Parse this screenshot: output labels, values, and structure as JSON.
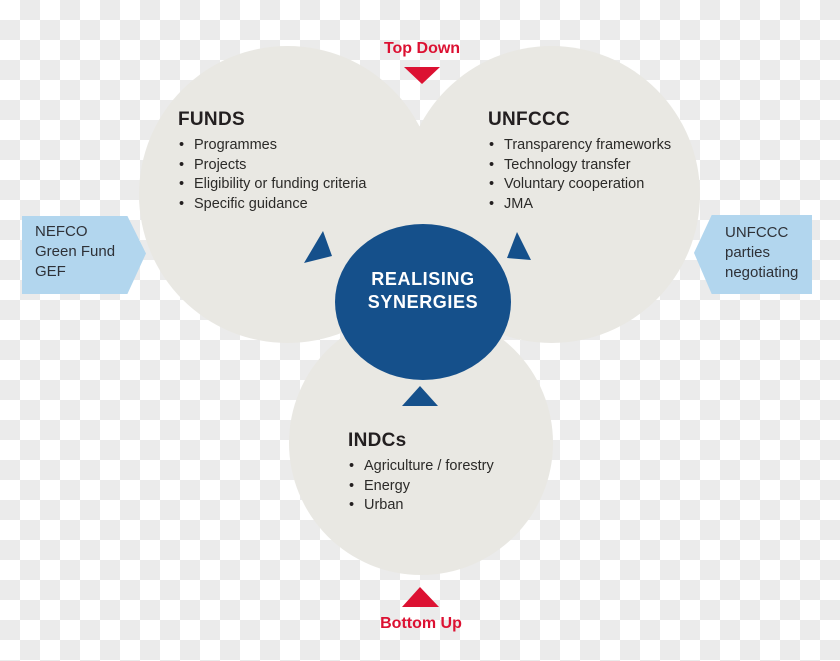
{
  "flows": {
    "top": "Top Down",
    "bottom": "Bottom Up"
  },
  "center": {
    "line1": "REALISING",
    "line2": "SYNERGIES"
  },
  "sections": {
    "funds": {
      "title": "FUNDS",
      "items": [
        "Programmes",
        "Projects",
        "Eligibility or funding criteria",
        "Specific guidance"
      ]
    },
    "unfccc": {
      "title": "UNFCCC",
      "items": [
        "Transparency frameworks",
        "Technology transfer",
        "Voluntary cooperation",
        "JMA"
      ]
    },
    "indcs": {
      "title": "INDCs",
      "items": [
        "Agriculture / forestry",
        "Energy",
        "Urban"
      ]
    }
  },
  "callouts": {
    "left": {
      "line1": "NEFCO",
      "line2": "Green Fund",
      "line3": "GEF"
    },
    "right": {
      "line1": "UNFCCC",
      "line2": "parties",
      "line3": "negotiating"
    }
  },
  "icons": {
    "top_flow_arrow": "triangle-down-icon",
    "bottom_flow_arrow": "triangle-up-icon",
    "synergy_arrows": "triangle-up-icon"
  },
  "colors": {
    "center_blue": "#15508b",
    "callout_light_blue": "#b2d6ee",
    "circle_gray": "#e9e8e3",
    "flow_red": "#dc1132",
    "text_dark": "#231f20",
    "checker_gray": "#ebebeb"
  }
}
